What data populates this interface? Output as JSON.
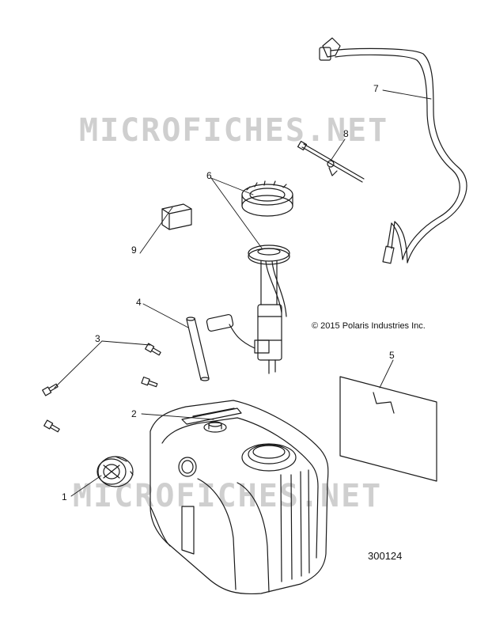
{
  "watermark": {
    "text": "MICROFICHES.NET",
    "color": "#c8c8c8"
  },
  "copyright": "© 2015 Polaris Industries Inc.",
  "diagram_number": "300124",
  "callouts": [
    "1",
    "2",
    "3",
    "4",
    "5",
    "6",
    "7",
    "8",
    "9"
  ],
  "colors": {
    "line": "#1a1a1a",
    "watermark": "#c8c8c8"
  }
}
